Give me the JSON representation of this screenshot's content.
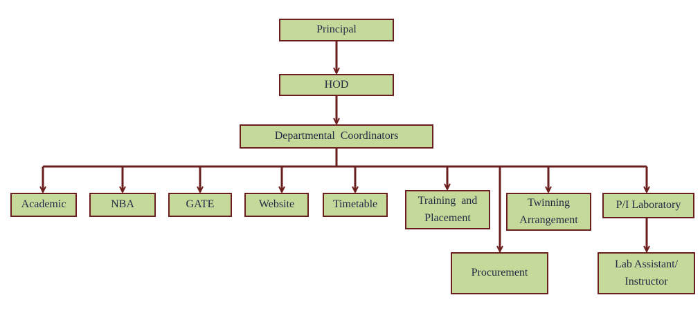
{
  "colors": {
    "box_fill": "#c4d99a",
    "box_border": "#6b1e1e",
    "connector": "#6b1e1e",
    "text": "#1f2a44"
  },
  "nodes": {
    "principal": "Principal",
    "hod": "HOD",
    "departmental_coordinators": "Departmental  Coordinators",
    "academic": "Academic",
    "nba": "NBA",
    "gate": "GATE",
    "website": "Website",
    "timetable": "Timetable",
    "training_line1": "Training  and",
    "training_line2": "Placement",
    "twinning_line1": "Twinning",
    "twinning_line2": "Arrangement",
    "pi_laboratory": "P/I Laboratory",
    "procurement": "Procurement",
    "lab_assistant_line1": "Lab Assistant/",
    "lab_assistant_line2": "Instructor"
  },
  "edges": [
    [
      "principal",
      "hod"
    ],
    [
      "hod",
      "departmental_coordinators"
    ],
    [
      "departmental_coordinators",
      "academic"
    ],
    [
      "departmental_coordinators",
      "nba"
    ],
    [
      "departmental_coordinators",
      "gate"
    ],
    [
      "departmental_coordinators",
      "website"
    ],
    [
      "departmental_coordinators",
      "timetable"
    ],
    [
      "departmental_coordinators",
      "training_and_placement"
    ],
    [
      "departmental_coordinators",
      "procurement"
    ],
    [
      "departmental_coordinators",
      "twinning_arrangement"
    ],
    [
      "departmental_coordinators",
      "pi_laboratory"
    ],
    [
      "pi_laboratory",
      "lab_assistant_instructor"
    ]
  ]
}
